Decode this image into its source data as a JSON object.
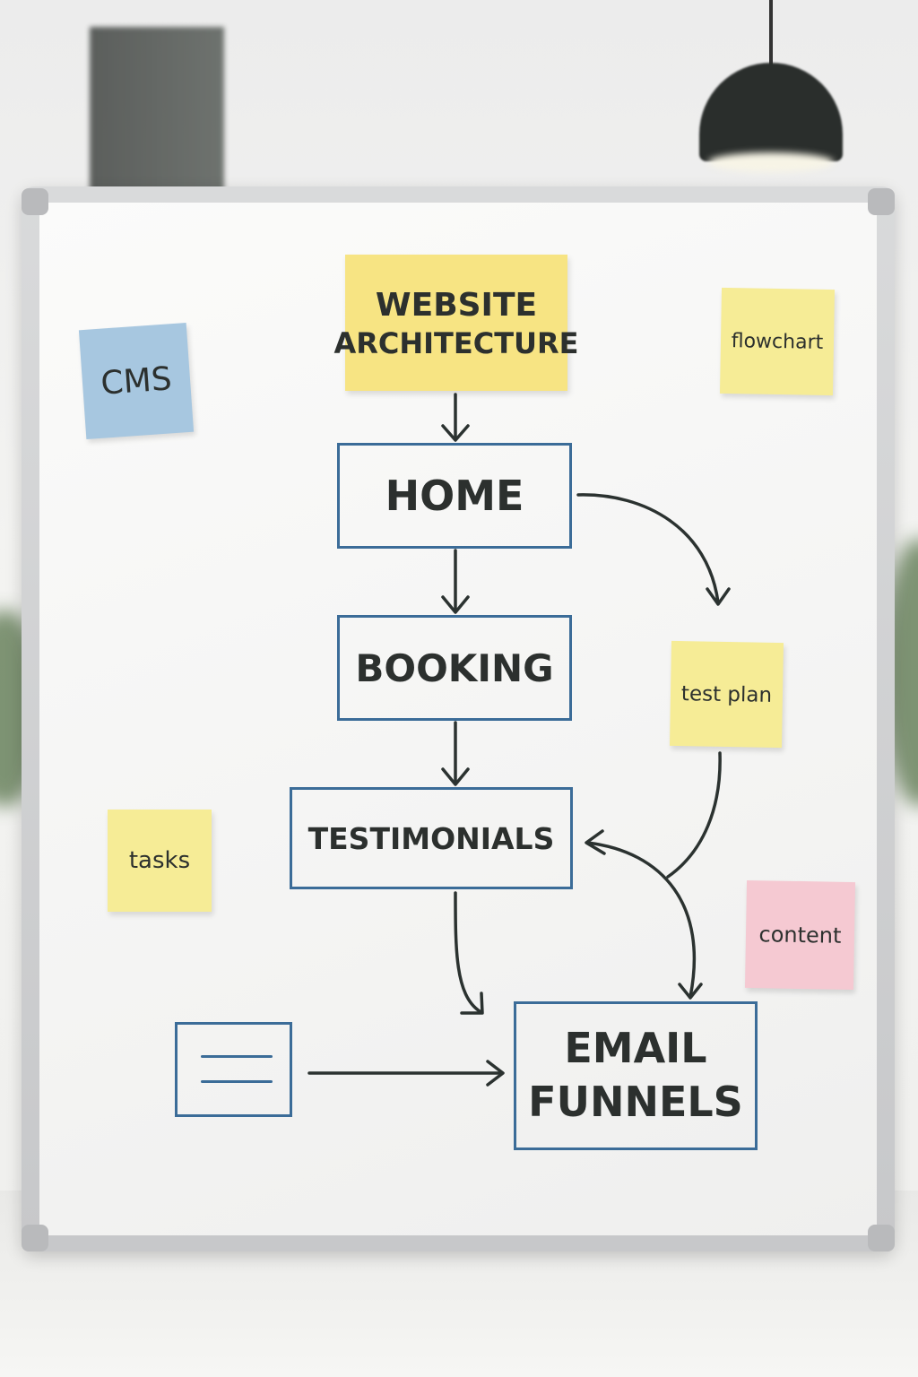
{
  "board": {
    "title_note": {
      "line1": "WEBSITE",
      "line2": "ARCHITECTURE"
    },
    "flow_boxes": {
      "home": "HOME",
      "booking": "BOOKING",
      "testimonials": "TESTIMONIALS",
      "email_line1": "EMAIL",
      "email_line2": "FUNNELS"
    },
    "sticky_notes": {
      "cms": "CMS",
      "flowchart": "flowchart",
      "test_plan": "test plan",
      "tasks": "tasks",
      "content": "content"
    }
  },
  "colors": {
    "box_border": "#3b6c98",
    "yellow_note": "#f6ec96",
    "blue_note": "#a7c7e0",
    "pink_note": "#f5c9d2",
    "marker": "#2b3230"
  }
}
